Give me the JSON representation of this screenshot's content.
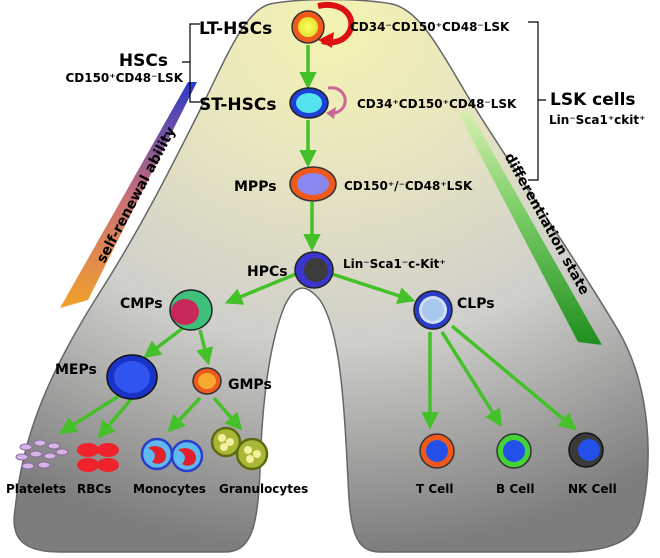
{
  "nodes": {
    "lt_hscs": "LT-HSCs",
    "st_hscs": "ST-HSCs",
    "mpps": "MPPs",
    "hpcs": "HPCs",
    "cmps": "CMPs",
    "clps": "CLPs",
    "meps": "MEPs",
    "gmps": "GMPs"
  },
  "markers": {
    "lt": "CD34⁻CD150⁺CD48⁻LSK",
    "st": "CD34⁺CD150⁺CD48⁻LSK",
    "mpp": "CD150⁺/⁻CD48⁺LSK",
    "hpc": "Lin⁻Sca1⁻c-Kit⁺"
  },
  "groups": {
    "hscs_title": "HSCs",
    "hscs_marker": "CD150⁺CD48⁻LSK",
    "lsk_title": "LSK cells",
    "lsk_marker": "Lin⁻Sca1⁺ckit⁺"
  },
  "gradients": {
    "self_renewal": "self-renewal ability",
    "differentiation": "differentiation state"
  },
  "outputs": {
    "platelets": "Platelets",
    "rbcs": "RBCs",
    "monocytes": "Monocytes",
    "granulocytes": "Granulocytes",
    "t_cell": "T Cell",
    "b_cell": "B Cell",
    "nk_cell": "NK Cell"
  },
  "colors": {
    "arrow_green": "#44c028",
    "self_renewal_arrow": "#dd1111",
    "st_renewal_arrow": "#cc6699"
  }
}
